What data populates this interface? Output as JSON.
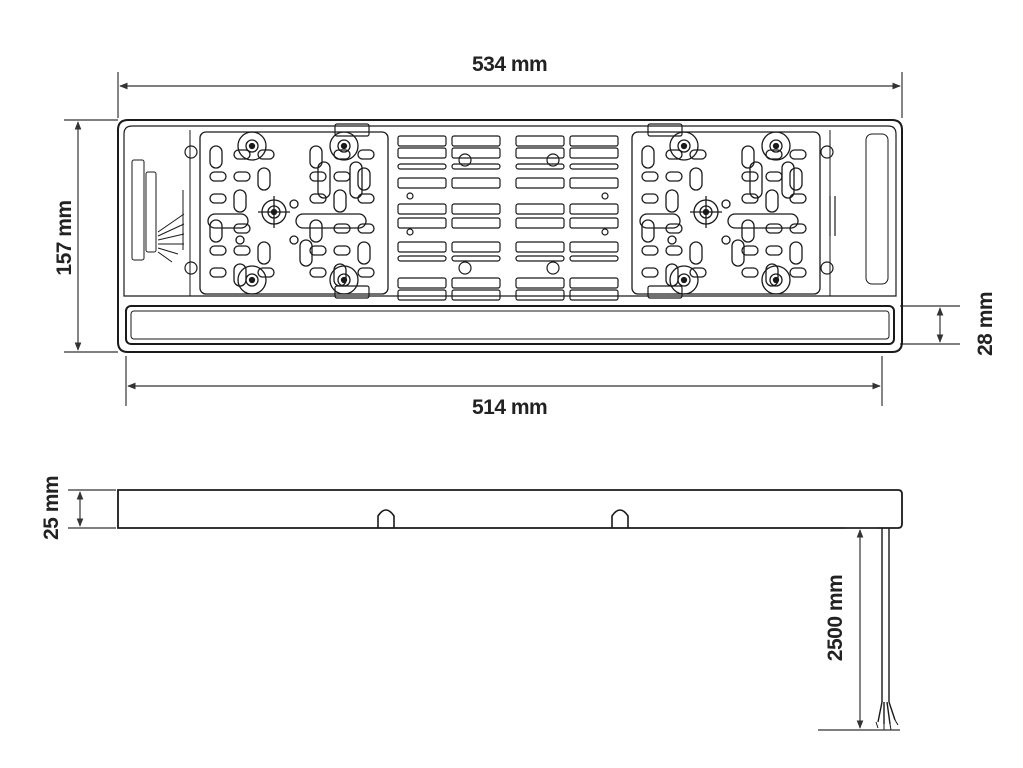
{
  "dimensions": {
    "overall_width": "534 mm",
    "inner_width": "514 mm",
    "height": "157 mm",
    "light_bar_height": "28 mm",
    "thickness": "25 mm",
    "cable_length": "2500 mm"
  },
  "colors": {
    "line": "#1a1a1a",
    "dim_line": "#333333",
    "background": "#ffffff"
  }
}
